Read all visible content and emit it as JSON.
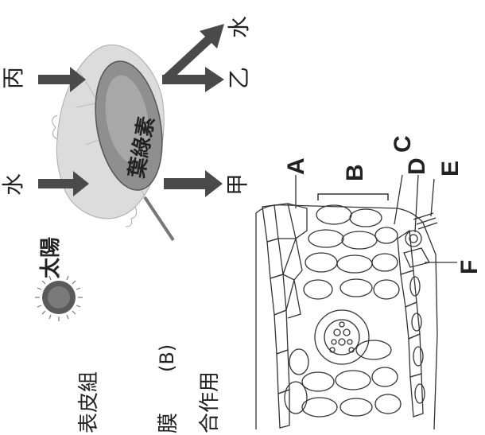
{
  "photosynthesis": {
    "sun_label": "太陽",
    "chlorophyll_label": "葉綠素",
    "inputs": [
      "水",
      "丙"
    ],
    "outputs": [
      "甲",
      "乙",
      "水"
    ]
  },
  "leaf_section": {
    "labels": [
      "A",
      "B",
      "C",
      "D",
      "E",
      "F"
    ]
  },
  "side_text": [
    "表皮組",
    "(B)",
    "膜",
    "合作用"
  ],
  "colors": {
    "arrow": "#4a4a4a",
    "leaf_light": "#d9d9d9",
    "chloroplast": "#8a8a8a",
    "line": "#333333"
  }
}
